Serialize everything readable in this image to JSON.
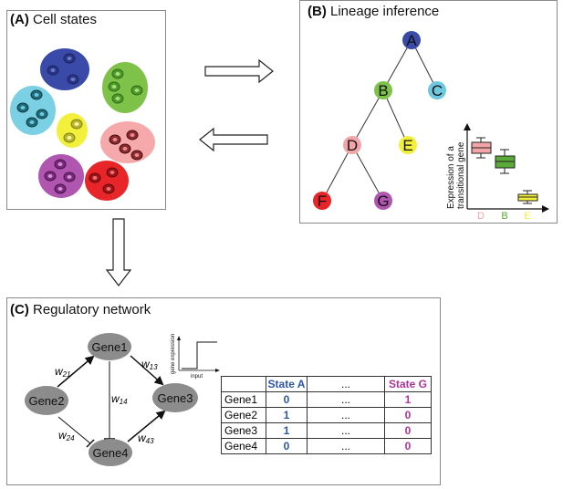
{
  "panelA": {
    "letter": "(A)",
    "title": "Cell states"
  },
  "panelB": {
    "letter": "(B)",
    "title": "Lineage inference",
    "nodes": [
      {
        "label": "A",
        "color": "#3a4aa8"
      },
      {
        "label": "B",
        "color": "#7ec24a"
      },
      {
        "label": "C",
        "color": "#6ec8de"
      },
      {
        "label": "D",
        "color": "#f2a5a8"
      },
      {
        "label": "E",
        "color": "#f2f03a"
      },
      {
        "label": "F",
        "color": "#e8262a"
      },
      {
        "label": "G",
        "color": "#b055b0"
      }
    ],
    "plot": {
      "ylabel_line1": "Expression of a",
      "ylabel_line2": "transitional gene",
      "categories": [
        {
          "label": "D",
          "color": "#f2a5a8"
        },
        {
          "label": "B",
          "color": "#5aaa3a"
        },
        {
          "label": "E",
          "color": "#f2f03a"
        }
      ]
    }
  },
  "panelC": {
    "letter": "(C)",
    "title": "Regulatory network",
    "genes": [
      "Gene1",
      "Gene2",
      "Gene3",
      "Gene4"
    ],
    "weights": {
      "w21": "w",
      "w21_sub": "21",
      "w13": "w",
      "w13_sub": "13",
      "w14": "w",
      "w14_sub": "14",
      "w24": "w",
      "w24_sub": "24",
      "w43": "w",
      "w43_sub": "43"
    },
    "step_plot": {
      "ylabel": "gene expression",
      "xlabel": "input"
    },
    "table": {
      "headers": [
        "",
        "State A",
        "...",
        "State G"
      ],
      "rows": [
        {
          "gene": "Gene1",
          "a": "0",
          "dots": "...",
          "g": "1"
        },
        {
          "gene": "Gene2",
          "a": "1",
          "dots": "...",
          "g": "0"
        },
        {
          "gene": "Gene3",
          "a": "1",
          "dots": "...",
          "g": "0"
        },
        {
          "gene": "Gene4",
          "a": "0",
          "dots": "...",
          "g": "0"
        }
      ]
    }
  },
  "colors": {
    "stateA": "#2b56a8",
    "stateG": "#b0329a",
    "node_gray": "#8c8c8c"
  }
}
